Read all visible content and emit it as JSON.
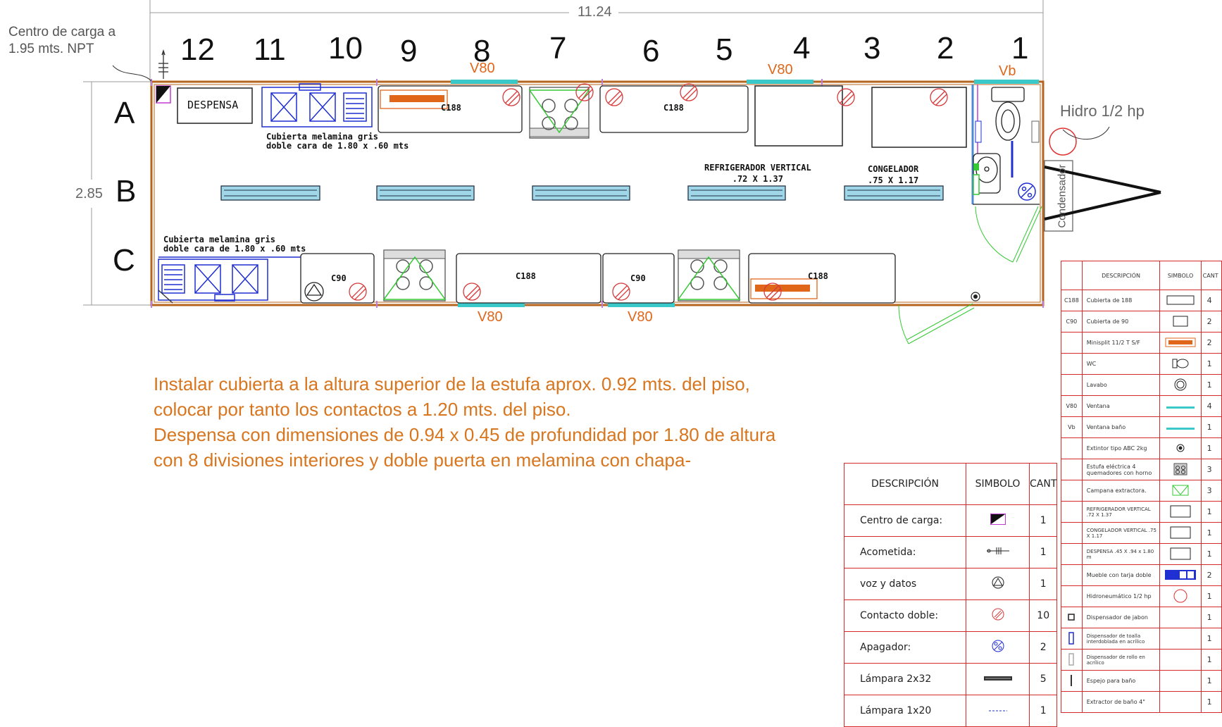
{
  "plan": {
    "overall_dimension": "11.24",
    "width_dimension": "2.85",
    "column_numbers": [
      "12",
      "11",
      "10",
      "9",
      "8",
      "7",
      "6",
      "5",
      "4",
      "3",
      "2",
      "1"
    ],
    "row_labels": [
      "A",
      "B",
      "C"
    ],
    "load_center_note": [
      "Centro de carga a",
      "1.95 mts.  NPT"
    ],
    "hidro_label": "Hidro 1/2 hp",
    "condensador_label": "Condensador",
    "despensa_label": "DESPENSA",
    "cubierta_top": [
      "Cubierta melamina gris",
      "doble cara de 1.80 x .60 mts"
    ],
    "cubierta_bottom": [
      "Cubierta melamina gris",
      "doble cara de 1.80 x .60 mts"
    ],
    "refrigerador": [
      "REFRIGERADOR VERTICAL",
      ".72 X 1.37"
    ],
    "congelador": [
      "CONGELADOR",
      ".75 X 1.17"
    ],
    "window_labels": {
      "top_8": "V80",
      "top_4": "V80",
      "top_1": "Vb",
      "bottom_9": "V80",
      "bottom_7": "V80"
    },
    "counter_labels": {
      "top_a": "C188",
      "top_b": "C188",
      "bot_c90_a": "C90",
      "bot_c188_a": "C188",
      "bot_c90_b": "C90",
      "bot_c188_b": "C188"
    }
  },
  "notes": [
    "Instalar cubierta a la altura superior de la estufa aprox. 0.92 mts. del piso,",
    "colocar por tanto los contactos a 1.20 mts. del piso.",
    "Despensa con dimensiones de 0.94 x 0.45 de profundidad por 1.80 de altura",
    "con 8 divisiones interiores y doble puerta en melamina con chapa-"
  ],
  "legend_electrical": {
    "headers": [
      "DESCRIPCIÓN",
      "SIMBOLO",
      "CANT"
    ],
    "rows": [
      {
        "desc": "Centro de carga:",
        "icon": "load-center-icon",
        "qty": "1"
      },
      {
        "desc": "Acometida:",
        "icon": "service-drop-icon",
        "qty": "1"
      },
      {
        "desc": "voz y datos",
        "icon": "voice-data-icon",
        "qty": "1"
      },
      {
        "desc": "Contacto doble:",
        "icon": "double-outlet-icon",
        "qty": "10"
      },
      {
        "desc": "Apagador:",
        "icon": "switch-icon",
        "qty": "2"
      },
      {
        "desc": "Lámpara 2x32",
        "icon": "lamp-2x32-icon",
        "qty": "5"
      },
      {
        "desc": "Lámpara 1x20",
        "icon": "lamp-1x20-icon",
        "qty": "1"
      }
    ]
  },
  "legend_furniture": {
    "headers": [
      "DESCRIPCIÓN",
      "SIMBOLO",
      "CANT"
    ],
    "rows": [
      {
        "key": "C188",
        "desc": "Cubierta de 188",
        "icon": "counter-188-icon",
        "qty": "4"
      },
      {
        "key": "C90",
        "desc": "Cubierta de 90",
        "icon": "counter-90-icon",
        "qty": "2"
      },
      {
        "key": "",
        "desc": "Minisplit 11/2 T S/F",
        "icon": "minisplit-icon",
        "qty": "2"
      },
      {
        "key": "",
        "desc": "WC",
        "icon": "wc-icon",
        "qty": "1"
      },
      {
        "key": "",
        "desc": "Lavabo",
        "icon": "sink-icon",
        "qty": "1"
      },
      {
        "key": "V80",
        "desc": "Ventana",
        "icon": "window-v80-icon",
        "qty": "4"
      },
      {
        "key": "Vb",
        "desc": "Ventana baño",
        "icon": "window-vb-icon",
        "qty": "1"
      },
      {
        "key": "",
        "desc": "Extintor tipo ABC 2kg",
        "icon": "extinguisher-icon",
        "qty": "1"
      },
      {
        "key": "",
        "desc": "Estufa eléctrica 4 quemadores con horno",
        "icon": "stove-icon",
        "qty": "3"
      },
      {
        "key": "",
        "desc": "Campana extractora.",
        "icon": "hood-icon",
        "qty": "3"
      },
      {
        "key": "",
        "desc": "REFRIGERADOR VERTICAL .72 X 1.37",
        "icon": "fridge-icon",
        "qty": "1"
      },
      {
        "key": "",
        "desc": "CONGELADOR VERTICAL .75 X 1.17",
        "icon": "freezer-icon",
        "qty": "1"
      },
      {
        "key": "",
        "desc": "DESPENSA .45 X .94 x 1.80 m",
        "icon": "pantry-icon",
        "qty": "1"
      },
      {
        "key": "",
        "desc": "Mueble con tarja doble",
        "icon": "double-sink-cabinet-icon",
        "qty": "2"
      },
      {
        "key": "",
        "desc": "Hidroneumático 1/2 hp",
        "icon": "hydro-pump-icon",
        "qty": "1"
      },
      {
        "key": "",
        "desc": "Dispensador de jabon",
        "icon": "soap-dispenser-icon",
        "qty": "1"
      },
      {
        "key": "",
        "desc": "Dispensador de toalla interdoblada en acrílico",
        "icon": "towel-dispenser-icon",
        "qty": "1"
      },
      {
        "key": "",
        "desc": "Dispensador de rollo en acrílico",
        "icon": "roll-dispenser-icon",
        "qty": "1"
      },
      {
        "key": "",
        "desc": "Espejo para baño",
        "icon": "mirror-icon",
        "qty": "1"
      },
      {
        "key": "",
        "desc": "Extractor de baño 4\"",
        "icon": "bath-extractor-icon",
        "qty": "1"
      }
    ]
  },
  "colors": {
    "wall": "#b5651d",
    "window": "#3ac8c8",
    "outlet": "#d63a3a",
    "text_orange": "#e0661a",
    "blue": "#1f2fd1",
    "green": "#35c935",
    "table_border": "#d42a2a"
  }
}
